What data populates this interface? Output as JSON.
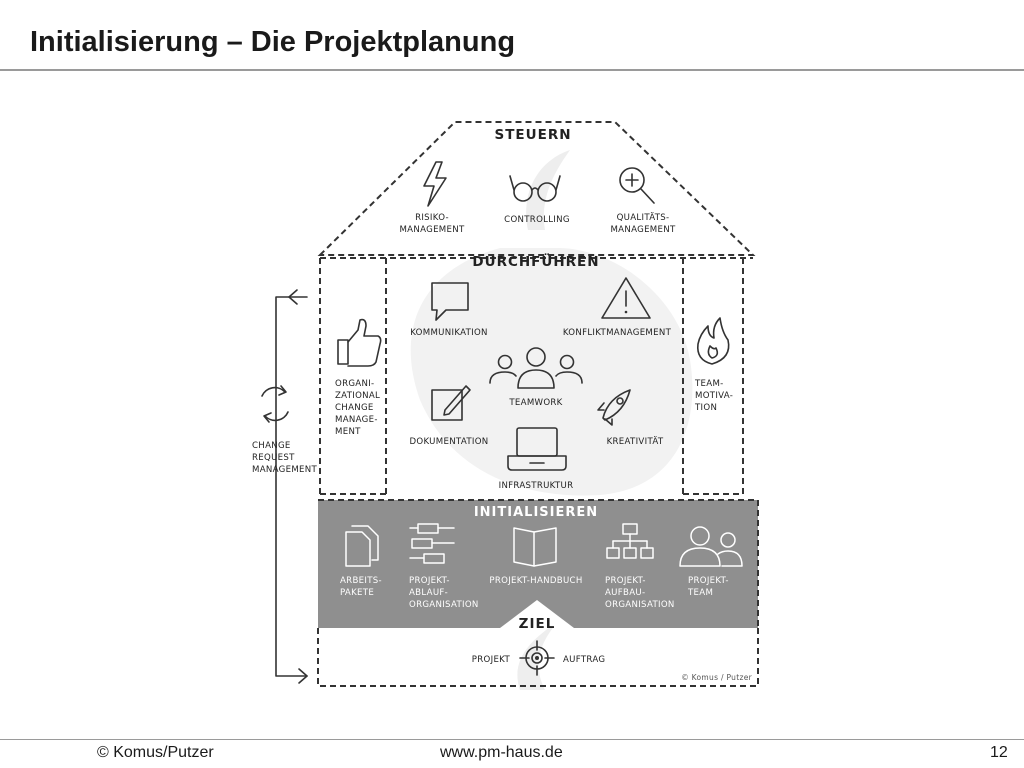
{
  "slide": {
    "title": "Initialisierung – Die Projektplanung",
    "footer_left": "© Komus/Putzer",
    "footer_center": "www.pm-haus.de",
    "page_number": "12"
  },
  "house": {
    "steuern": {
      "header": "STEUERN",
      "items": [
        {
          "icon": "lightning-icon",
          "label": [
            "RISIKO-",
            "MANAGEMENT"
          ]
        },
        {
          "icon": "glasses-icon",
          "label": [
            "CONTROLLING"
          ]
        },
        {
          "icon": "magnifier-plus-icon",
          "label": [
            "QUALITÄTS-",
            "MANAGEMENT"
          ]
        }
      ]
    },
    "durchfuehren": {
      "header": "DURCHFÜHREN",
      "items": [
        {
          "icon": "speech-bubble-icon",
          "label": [
            "KOMMUNIKATION"
          ]
        },
        {
          "icon": "warning-triangle-icon",
          "label": [
            "KONFLIKTMANAGEMENT"
          ]
        },
        {
          "icon": "team-icon",
          "label": [
            "TEAMWORK"
          ]
        },
        {
          "icon": "pencil-square-icon",
          "label": [
            "DOKUMENTATION"
          ]
        },
        {
          "icon": "rocket-icon",
          "label": [
            "KREATIVITÄT"
          ]
        },
        {
          "icon": "laptop-icon",
          "label": [
            "INFRASTRUKTUR"
          ]
        }
      ]
    },
    "left_pillar": {
      "icon": "thumbs-up-icon",
      "label": [
        "ORGANI-",
        "ZATIONAL",
        "CHANGE",
        "MANAGE-",
        "MENT"
      ]
    },
    "right_pillar": {
      "icon": "flame-icon",
      "label": [
        "TEAM-",
        "MOTIVA-",
        "TION"
      ]
    },
    "change_request": {
      "icon": "cycle-arrows-icon",
      "label": [
        "CHANGE",
        "REQUEST",
        "MANAGEMENT"
      ]
    },
    "initialisieren": {
      "header": "INITIALISIEREN",
      "items": [
        {
          "icon": "documents-icon",
          "label": [
            "ARBEITS-",
            "PAKETE"
          ]
        },
        {
          "icon": "gantt-icon",
          "label": [
            "PROJEKT-",
            "ABLAUF-",
            "ORGANISATION"
          ]
        },
        {
          "icon": "book-icon",
          "label": [
            "PROJEKT-HANDBUCH"
          ]
        },
        {
          "icon": "org-chart-icon",
          "label": [
            "PROJEKT-",
            "AUFBAU-",
            "ORGANISATION"
          ]
        },
        {
          "icon": "people-icon",
          "label": [
            "PROJEKT-",
            "TEAM"
          ]
        }
      ]
    },
    "ziel": {
      "header": "ZIEL",
      "left_label": "PROJEKT",
      "right_label": "AUFTRAG",
      "icon": "target-icon",
      "copyright": "© Komus / Putzer"
    }
  },
  "colors": {
    "init_band": "#8f8f8f",
    "background_shape": "#f0f0f0",
    "rule": "#9a9a9a"
  }
}
